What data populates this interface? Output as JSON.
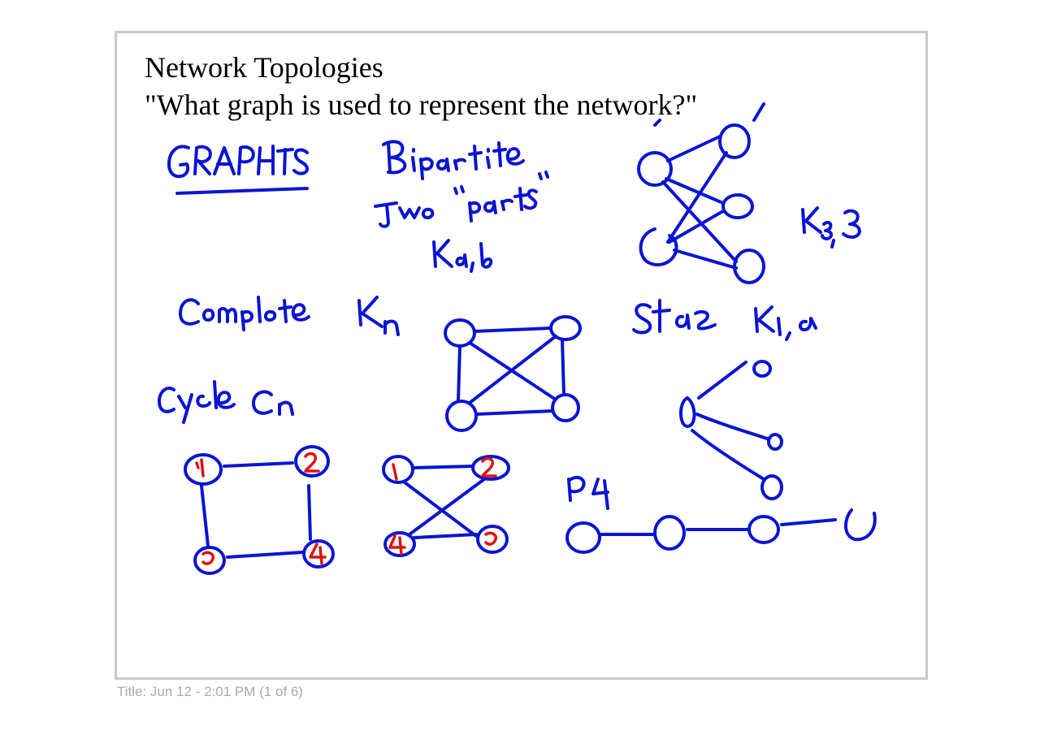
{
  "page": {
    "title": "Network Topologies",
    "subtitle": "\"What graph is used to represent the network?\"",
    "footer_caption": "Title: Jun 12 - 2:01 PM (1 of 6)"
  },
  "colors": {
    "ink_blue": "#0a14d2",
    "ink_red": "#e01010",
    "frame_gray": "#c8c8c8",
    "caption_gray": "#a8a8a8"
  },
  "annotations": {
    "graphs_heading": "GRAPHS",
    "bipartite": "Bipartite",
    "two_parts": "Two \"parts\"",
    "k_ab": "Ka,b",
    "k_33": "K3,3",
    "complete": "Complete Kn",
    "star": "Star K1,a",
    "cycle": "Cycle Cn",
    "path": "P4"
  },
  "cycle_node_labels": [
    "1",
    "2",
    "3",
    "4"
  ]
}
